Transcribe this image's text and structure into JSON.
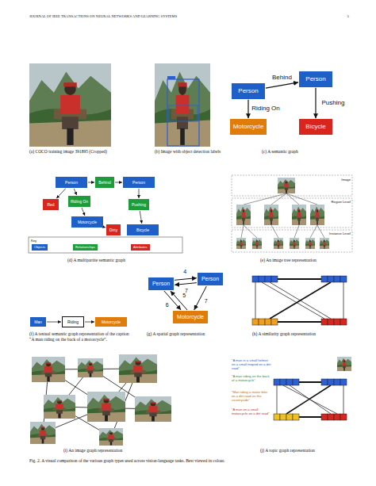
{
  "diagram": {
    "caption": "Fig. 2. A visual comparison of the various graph types used across vision-language tasks. Best viewed in colour.",
    "nodes": [
      {
        "text": [
          "Person"
        ]
      },
      {
        "text": [
          "Person"
        ]
      },
      {
        "text": [
          "Motorcycle"
        ]
      },
      {
        "text": [
          "Bicycle"
        ]
      },
      {
        "text": [
          "Person"
        ]
      },
      {
        "text": [
          "Behind"
        ]
      },
      {
        "text": [
          "Person"
        ]
      },
      {
        "text": [
          "Red"
        ]
      },
      {
        "text": [
          "Riding On"
        ]
      },
      {
        "text": [
          "Pushing"
        ]
      },
      {
        "text": [
          "Motorcycle"
        ]
      },
      {
        "text": [
          "Dirty"
        ]
      },
      {
        "text": [
          "Bicycle"
        ]
      },
      {
        "text": [
          "Man"
        ]
      },
      {
        "text": [
          "Riding"
        ]
      },
      {
        "text": [
          "Motorcycle"
        ]
      },
      {
        "text": [
          "Person"
        ]
      },
      {
        "text": [
          "Person"
        ]
      },
      {
        "text": [
          "Motorcycle"
        ]
      }
    ],
    "edges": [
      {
        "from": 0,
        "to": 1,
        "label": "Behind",
        "arrow": "to"
      },
      {
        "from": 0,
        "to": 2,
        "label": "Riding On",
        "arrow": "to"
      },
      {
        "from": 1,
        "to": 3,
        "label": "Pushing",
        "arrow": "to"
      },
      {
        "from": 4,
        "to": 5,
        "arrow": "to"
      },
      {
        "from": 5,
        "to": 6,
        "arrow": "to"
      },
      {
        "from": 4,
        "to": 7,
        "arrow": "to"
      },
      {
        "from": 4,
        "to": 8,
        "arrow": "to"
      },
      {
        "from": 8,
        "to": 10,
        "arrow": "to"
      },
      {
        "from": 10,
        "to": 11,
        "arrow": "to"
      },
      {
        "from": 6,
        "to": 9,
        "arrow": "to"
      },
      {
        "from": 9,
        "to": 12,
        "arrow": "to"
      },
      {
        "from": 13,
        "to": 14,
        "arrow": "to"
      },
      {
        "from": 14,
        "to": 15,
        "arrow": "to"
      },
      {
        "from": 16,
        "to": 17,
        "label": "4",
        "arrow": "to"
      },
      {
        "from": 17,
        "to": 16,
        "label": "7",
        "arrow": "to"
      },
      {
        "from": 16,
        "to": 18,
        "label": "6",
        "arrow": "to"
      },
      {
        "from": 18,
        "to": 16,
        "label": "5",
        "arrow": "to"
      },
      {
        "from": 17,
        "to": 18,
        "label": "7",
        "arrow": "to"
      }
    ],
    "labels": [
      "JOURNAL OF IEEE TRANSACTIONS ON NEURAL NETWORKS AND LEARNING SYSTEMS",
      "5",
      "(a) COCO training image 391895 (Cropped)",
      "(b) Image with object detection labels",
      "(c) A semantic graph",
      "Key",
      "(d) A multipartite semantic graph",
      "Image",
      "Region Level",
      "Instance Level",
      "(e) An image tree representation",
      "(f) A textual semantic graph representation of the caption “A man riding on the back of a motorcycle”.",
      "(g) A spatial graph representation",
      "(h) A similarity graph representation",
      "(i) An image graph representation",
      "“A man in a small helmet on a small moped on a dirt road”",
      "“A man riding on the back of a motorcycle”",
      "“Man riding a motor bike on a dirt road on the countryside”",
      "“A man on a small motorcycle on a dirt road”",
      "(j) A topic graph representation"
    ],
    "legend": [
      {
        "text": "Objects",
        "color": "#1f5fc8"
      },
      {
        "text": "Relationships",
        "color": "#1f9c3a"
      },
      {
        "text": "Attributes",
        "color": "#d8261e"
      }
    ]
  }
}
